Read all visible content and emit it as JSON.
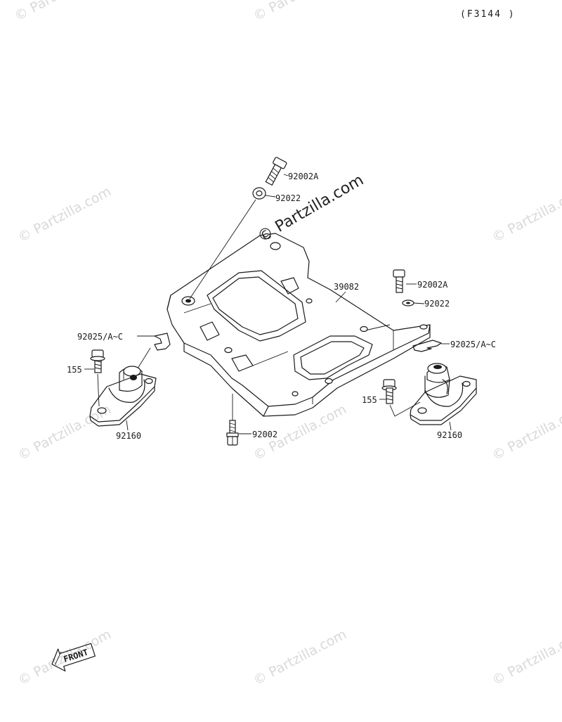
{
  "diagram": {
    "code": "(F3144 )",
    "labels": {
      "bolt_top": "92002A",
      "washer_top": "92022",
      "bracket": "39082",
      "bolt_right": "92002A",
      "washer_right": "92022",
      "clip_left": "92025/A~C",
      "clip_right": "92025/A~C",
      "bolt_left_155": "155",
      "bolt_right_155": "155",
      "bolt_bottom": "92002",
      "mount_left": "92160",
      "mount_right": "92160"
    },
    "front_arrow": "FRONT",
    "watermarks": {
      "brand": "© Partzilla.com",
      "center": "© Partzilla.com"
    }
  }
}
